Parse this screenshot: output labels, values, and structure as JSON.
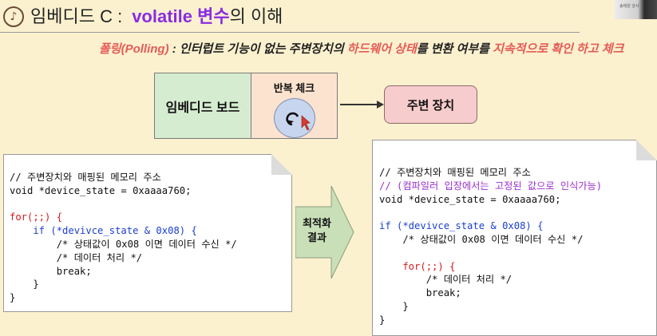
{
  "header": {
    "title_prefix": "임베디드 C :",
    "title_keyword": "volatile 변수",
    "title_suffix": "의 이해",
    "webcam_caption": "송태원 강사"
  },
  "subtitle": {
    "red1": "폴링(Polling)",
    "black1": " : 인터럽트 기능이 없는 주변장치의 ",
    "red2": "하드웨어 상태",
    "black2": "를 변환 여부를 ",
    "red3": "지속적으로 확인 하고 체크"
  },
  "diagram": {
    "board_label": "임베디드 보드",
    "loop_label": "반복 체크",
    "device_label": "주변 장치"
  },
  "arrow_label": {
    "line1": "최적화",
    "line2": "결과"
  },
  "code_before": [
    {
      "text": "// 주변장치와 매핑된 메모리 주소",
      "color": "black"
    },
    {
      "text": "void *device_state = 0xaaaa760;",
      "color": "black"
    },
    {
      "text": "",
      "color": "black"
    },
    {
      "text": "for(;;) {",
      "color": "red"
    },
    {
      "text": "    if (*devivce_state & 0x08) {",
      "color": "blue"
    },
    {
      "text": "        /* 상태값이 0x08 이면 데이터 수신 */",
      "color": "black"
    },
    {
      "text": "        /* 데이터 처리 */",
      "color": "black"
    },
    {
      "text": "        break;",
      "color": "black"
    },
    {
      "text": "    }",
      "color": "black"
    },
    {
      "text": "}",
      "color": "black"
    }
  ],
  "code_after": [
    {
      "text": "// 주변장치와 매핑된 메모리 주소",
      "color": "black"
    },
    {
      "text": "// (컴파일러 입장에서는 고정된 값으로 인식가능)",
      "color": "purple"
    },
    {
      "text": "void *device_state = 0xaaaa760;",
      "color": "black"
    },
    {
      "text": "",
      "color": "black"
    },
    {
      "text": "if (*devivce_state & 0x08) {",
      "color": "blue"
    },
    {
      "text": "    /* 상태값이 0x08 이면 데이터 수신 */",
      "color": "black"
    },
    {
      "text": "",
      "color": "black"
    },
    {
      "text": "    for(;;) {",
      "color": "red"
    },
    {
      "text": "        /* 데이터 처리 */",
      "color": "black"
    },
    {
      "text": "        break;",
      "color": "black"
    },
    {
      "text": "    }",
      "color": "black"
    },
    {
      "text": "}",
      "color": "black"
    }
  ],
  "colors": {
    "background": "#fcf1cf",
    "title_keyword": "#8a2be2",
    "subtitle_highlight": "#e55b55",
    "code_red": "#d41919",
    "code_blue": "#1a3fd1",
    "code_purple": "#9a2fd0",
    "arrow_fill": "#c9dfb8"
  }
}
